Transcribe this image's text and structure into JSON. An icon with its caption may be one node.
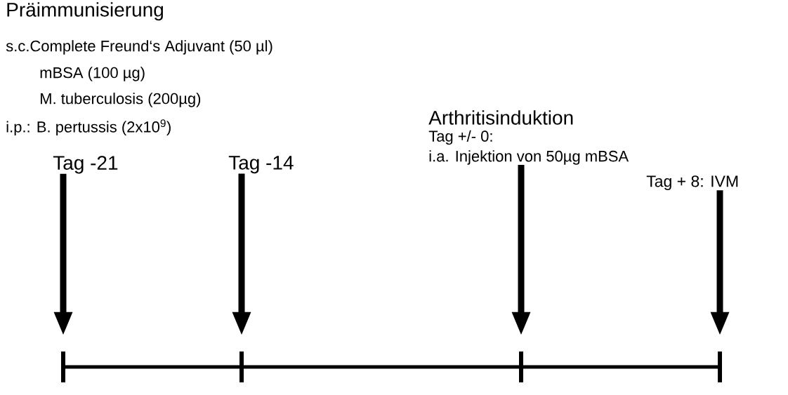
{
  "diagram": {
    "nodes": [
      {
        "text": [
          "Tag -21"
        ]
      },
      {
        "text": [
          "Tag -14"
        ]
      },
      {
        "text": [
          "Arthritisinduktion",
          "Tag +/- 0:",
          "i.a. Injektion von 50µg mBSA"
        ]
      },
      {
        "text": [
          "Tag + 8: IVM"
        ]
      },
      {
        "text": [],
        "shape": "bar"
      },
      {
        "text": [],
        "shape": "bar"
      },
      {
        "text": [],
        "shape": "bar"
      },
      {
        "text": [],
        "shape": "bar"
      }
    ],
    "edges": [
      {
        "from": 0,
        "to": 4,
        "arrow": "to"
      },
      {
        "from": 1,
        "to": 5,
        "arrow": "to"
      },
      {
        "from": 2,
        "to": 6,
        "arrow": "to"
      },
      {
        "from": 3,
        "to": 7,
        "arrow": "to"
      },
      {
        "from": 4,
        "to": 5,
        "arrow": "none"
      },
      {
        "from": 5,
        "to": 6,
        "arrow": "none"
      },
      {
        "from": 6,
        "to": 7,
        "arrow": "none"
      }
    ],
    "labels": [
      "Präimmunisierung",
      "s.c.Complete Freund‘s Adjuvant (50 µl)",
      "mBSA (100 µg)",
      "M. tuberculosis (200µg)",
      "i.p.: B. pertussis (2x10$^{9}$)"
    ]
  }
}
